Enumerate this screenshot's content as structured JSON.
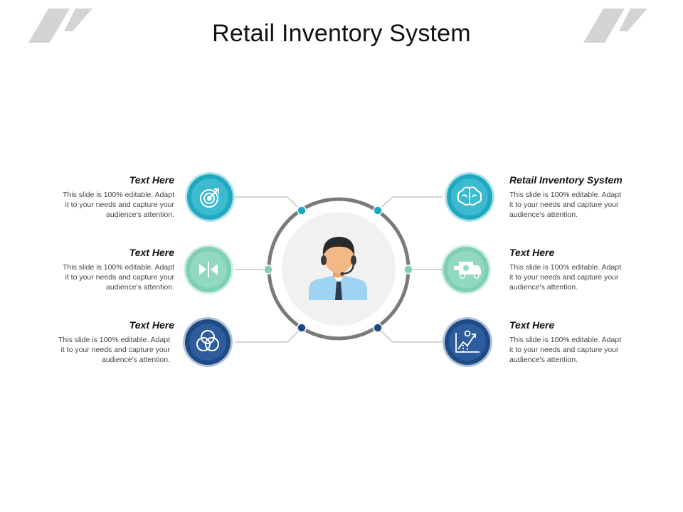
{
  "title": "Retail Inventory System",
  "colors": {
    "teal": "#1fa9c1",
    "mint": "#7fcfb6",
    "navy": "#1e4a86",
    "ring": "#7a7a7a",
    "line": "#a8a8a8",
    "deco": "#d4d4d4"
  },
  "items": [
    {
      "side": "left",
      "title": "Text Here",
      "desc_lines": [
        "This slide is 100% editable. Adapt",
        "it to your needs and capture your",
        "audience's attention."
      ],
      "icon": "target-icon",
      "color": "teal"
    },
    {
      "side": "left",
      "title": "Text Here",
      "desc_lines": [
        "This slide is 100% editable. Adapt",
        "it to your needs and capture your",
        "audience's attention."
      ],
      "icon": "bowtie-icon",
      "color": "mint"
    },
    {
      "side": "left",
      "title": "Text Here",
      "desc_lines": [
        "This slide is 100% editable. Adapt",
        "it to your needs and capture your",
        "audience's attention."
      ],
      "icon": "overlapping-circles-icon",
      "color": "navy"
    },
    {
      "side": "right",
      "title": "Retail Inventory System",
      "desc_lines": [
        "This slide is 100% editable. Adapt",
        "it to your needs and capture your",
        "audience's attention."
      ],
      "icon": "brain-icon",
      "color": "teal"
    },
    {
      "side": "right",
      "title": "Text Here",
      "desc_lines": [
        "This slide is 100% editable. Adapt",
        "it to your needs and capture your",
        "audience's attention."
      ],
      "icon": "delivery-truck-icon",
      "color": "mint"
    },
    {
      "side": "right",
      "title": "Text Here",
      "desc_lines": [
        "This slide is 100% editable. Adapt",
        "it to your needs and capture your",
        "audience's attention."
      ],
      "icon": "growth-chart-icon",
      "color": "navy"
    }
  ],
  "center_icon": "support-agent-icon"
}
